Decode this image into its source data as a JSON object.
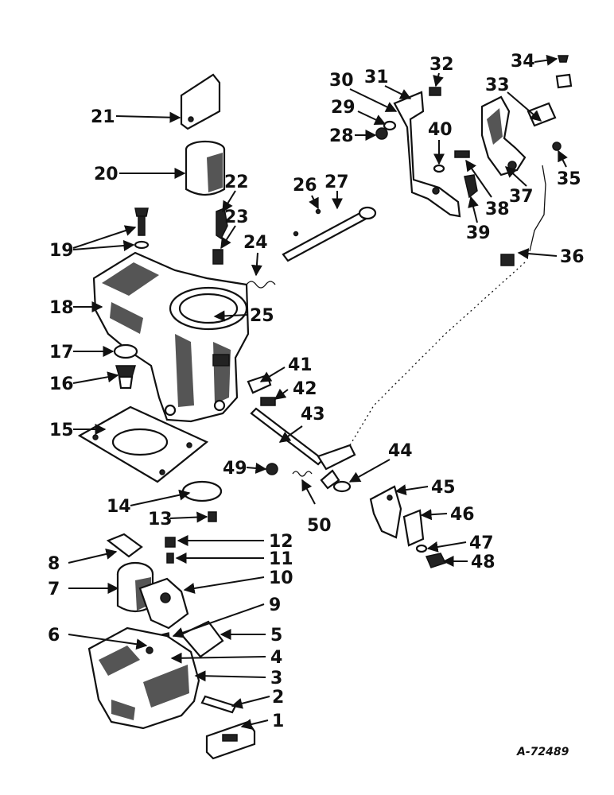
{
  "diagram": {
    "reference_number": "A-72489",
    "callouts": [
      "1",
      "2",
      "3",
      "4",
      "5",
      "6",
      "7",
      "8",
      "9",
      "10",
      "11",
      "12",
      "13",
      "14",
      "15",
      "16",
      "17",
      "18",
      "19",
      "20",
      "21",
      "22",
      "23",
      "24",
      "25",
      "26",
      "27",
      "28",
      "29",
      "30",
      "31",
      "32",
      "33",
      "34",
      "35",
      "36",
      "37",
      "38",
      "39",
      "40",
      "41",
      "42",
      "43",
      "44",
      "45",
      "46",
      "47",
      "48",
      "49",
      "50"
    ]
  }
}
